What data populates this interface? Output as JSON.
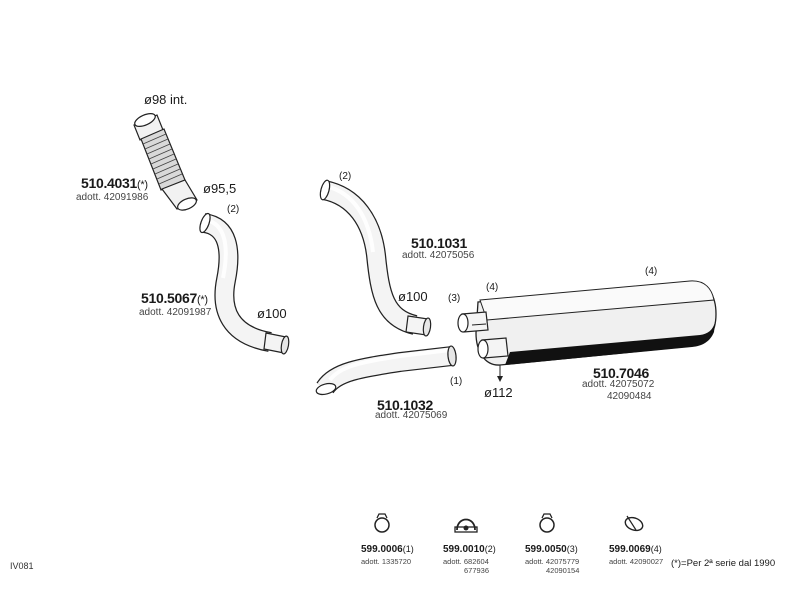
{
  "diagram_code": "IV081",
  "note": "(*)=Per 2ª serie dal 1990",
  "parts": {
    "flex": {
      "number": "510.4031",
      "suffix": "(*)",
      "sub": "adott. 42091986",
      "dim_top": "ø98  int.",
      "dim_bottom": "ø95,5"
    },
    "p5067": {
      "number": "510.5067",
      "suffix": "(*)",
      "sub": "adott. 42091987",
      "dim": "ø100",
      "callout": "(2)"
    },
    "p1031": {
      "number": "510.1031",
      "sub": "adott. 42075056",
      "dim": "ø100",
      "callout": "(2)"
    },
    "p1032": {
      "number": "510.1032",
      "sub": "adott. 42075069",
      "callout": "(1)"
    },
    "muffler": {
      "number": "510.7046",
      "sub1": "adott. 42075072",
      "sub2": "42090484",
      "dim": "ø112",
      "callout_left": "(3)",
      "callout_top": "(4)",
      "callout_right": "(4)"
    }
  },
  "clamps": [
    {
      "number": "599.0006",
      "suffix": "(1)",
      "sub1": "adott. 1335720",
      "sub2": "",
      "icon": "ring-clamp-icon"
    },
    {
      "number": "599.0010",
      "suffix": "(2)",
      "sub1": "adott. 682604",
      "sub2": "677936",
      "icon": "u-bolt-clamp-icon"
    },
    {
      "number": "599.0050",
      "suffix": "(3)",
      "sub1": "adott. 42075779",
      "sub2": "42090154",
      "icon": "ring-clamp-icon"
    },
    {
      "number": "599.0069",
      "suffix": "(4)",
      "sub1": "adott. 42090027",
      "sub2": "",
      "icon": "band-clamp-icon"
    }
  ]
}
